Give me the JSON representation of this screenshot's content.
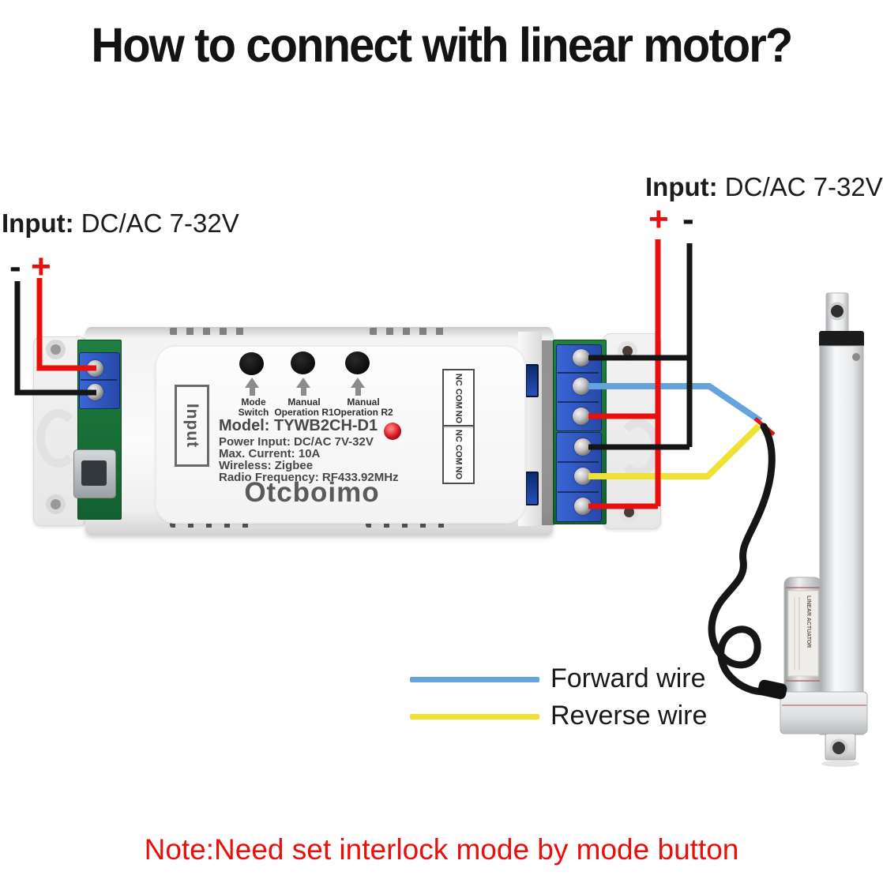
{
  "title": "How to connect with linear motor?",
  "left_power": {
    "prefix": "Input:",
    "value": "DC/AC 7-32V",
    "minus": "-",
    "plus": "+"
  },
  "right_power": {
    "prefix": "Input:",
    "value": "DC/AC 7-32V",
    "plus": "+",
    "minus": "-"
  },
  "device": {
    "input_port_label": "Input",
    "buttons": [
      {
        "line1": "Mode",
        "line2": "Switch"
      },
      {
        "line1": "Manual",
        "line2": "Operation R1"
      },
      {
        "line1": "Manual",
        "line2": "Operation R2"
      }
    ],
    "specs": [
      {
        "key": "Model:",
        "value": "TYWB2CH-D1"
      },
      {
        "key": "Power Input:",
        "value": "DC/AC 7V-32V"
      },
      {
        "key": "Max. Current:",
        "value": "10A"
      },
      {
        "key": "Wireless:",
        "value": "Zigbee"
      },
      {
        "key": "Radio Frequency:",
        "value": "RF433.92MHz"
      }
    ],
    "brand": "Otcboimo",
    "relay1_terminals": [
      "NC",
      "COM",
      "NO"
    ],
    "relay2_terminals": [
      "NC",
      "COM",
      "NO"
    ]
  },
  "actuator": {
    "label": "LINEAR ACTUATOR"
  },
  "legend": [
    {
      "name": "Forward wire",
      "color": "#64a3dd"
    },
    {
      "name": "Reverse wire",
      "color": "#f0e232"
    }
  ],
  "note": "Note:Need set interlock mode by mode button",
  "colors": {
    "wire_forward": "#64a3dd",
    "wire_reverse": "#f0e232",
    "wire_positive": "#e8100c",
    "wire_negative": "#151515",
    "note_text": "#e8100c"
  }
}
